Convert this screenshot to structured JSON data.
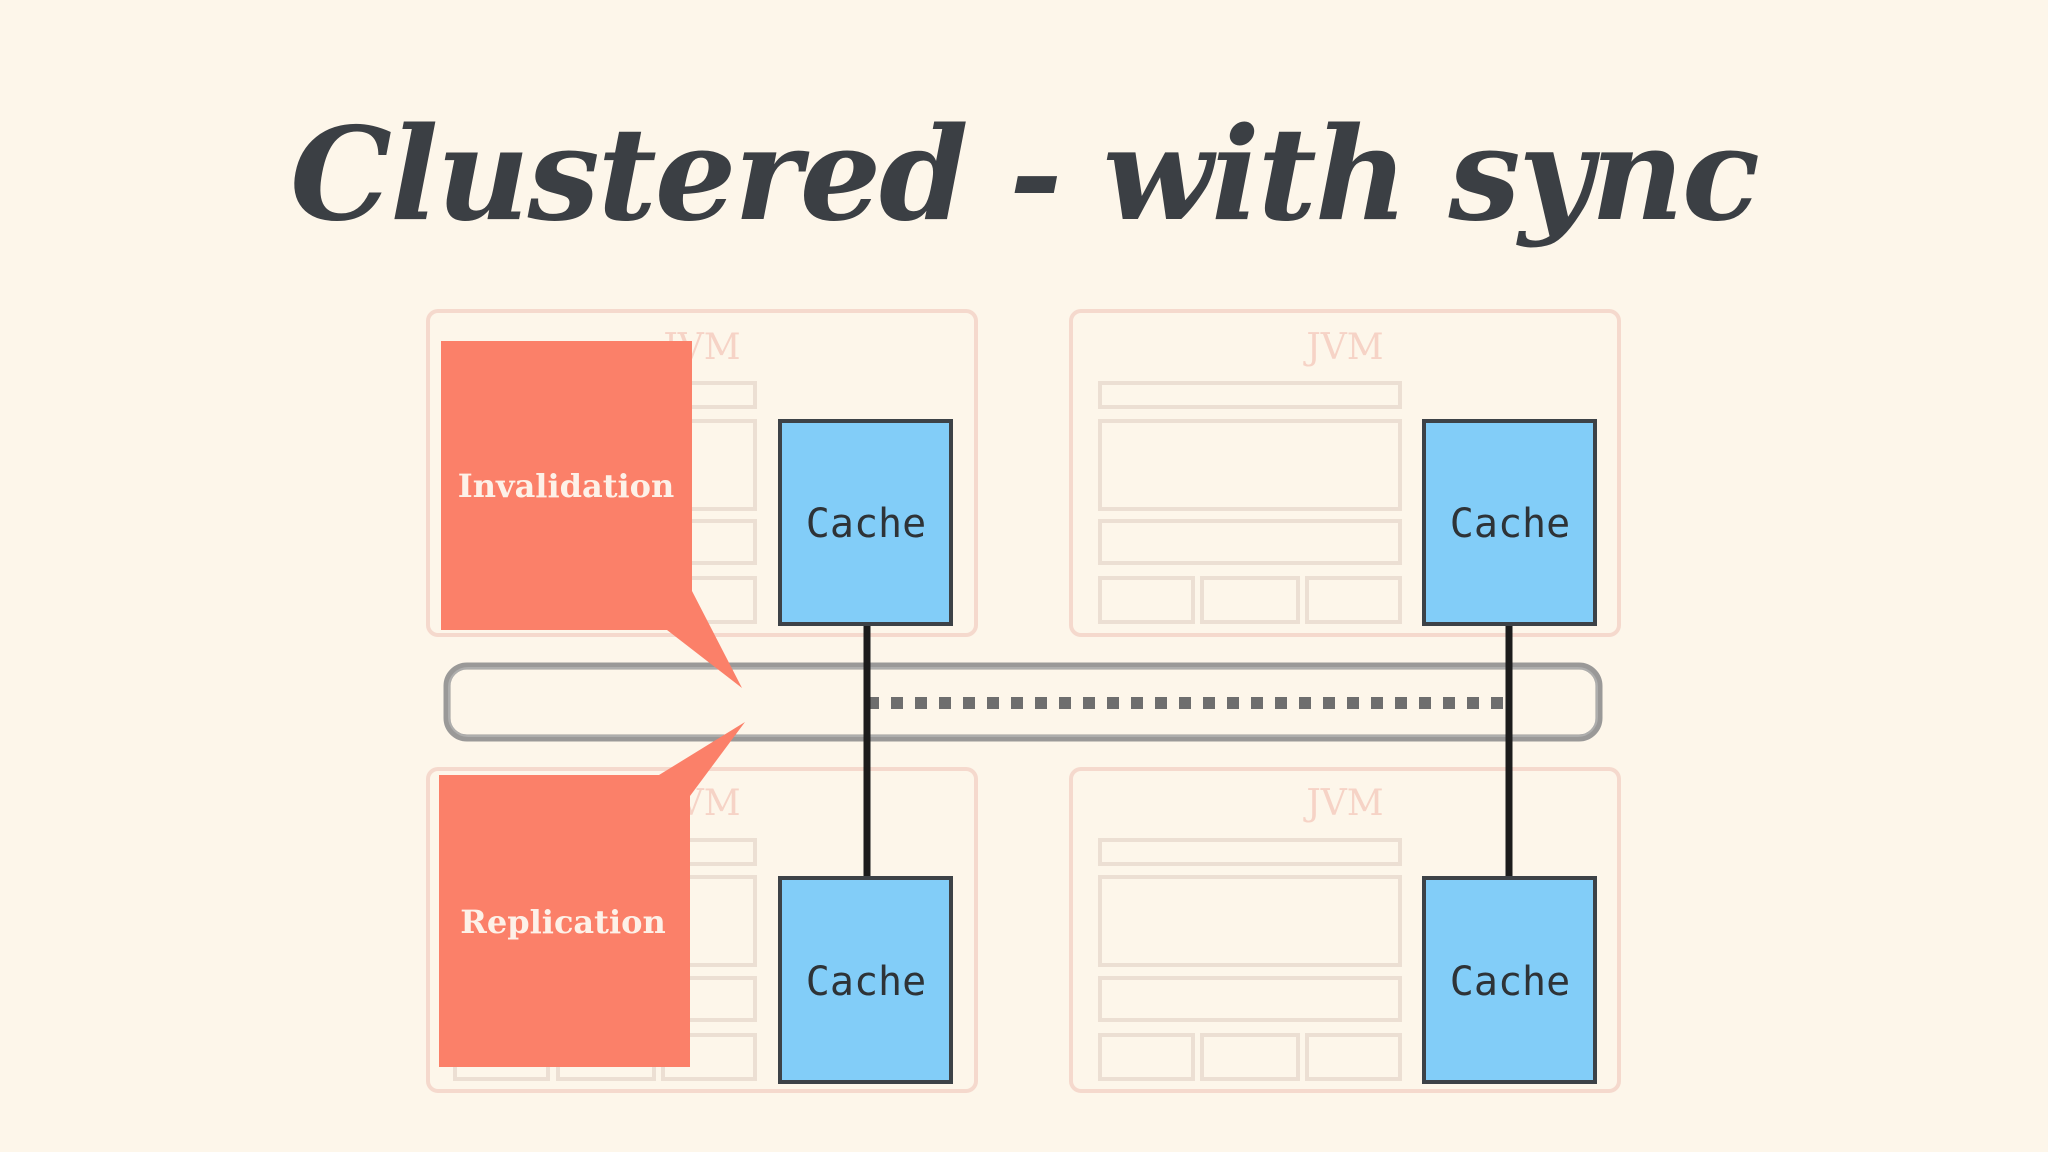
{
  "title": "Clustered - with sync",
  "jvm_label": "JVM",
  "cache_label": "Cache",
  "callouts": {
    "top": "Invalidation",
    "bottom": "Replication"
  },
  "colors": {
    "background": "#fdf6ea",
    "title": "#3b3f44",
    "callout": "#fb8069",
    "cache_fill": "#82cdf8",
    "cache_border": "#3d4247",
    "jvm_faint": "#f3d8cc",
    "bus": "#8c8c8c"
  }
}
